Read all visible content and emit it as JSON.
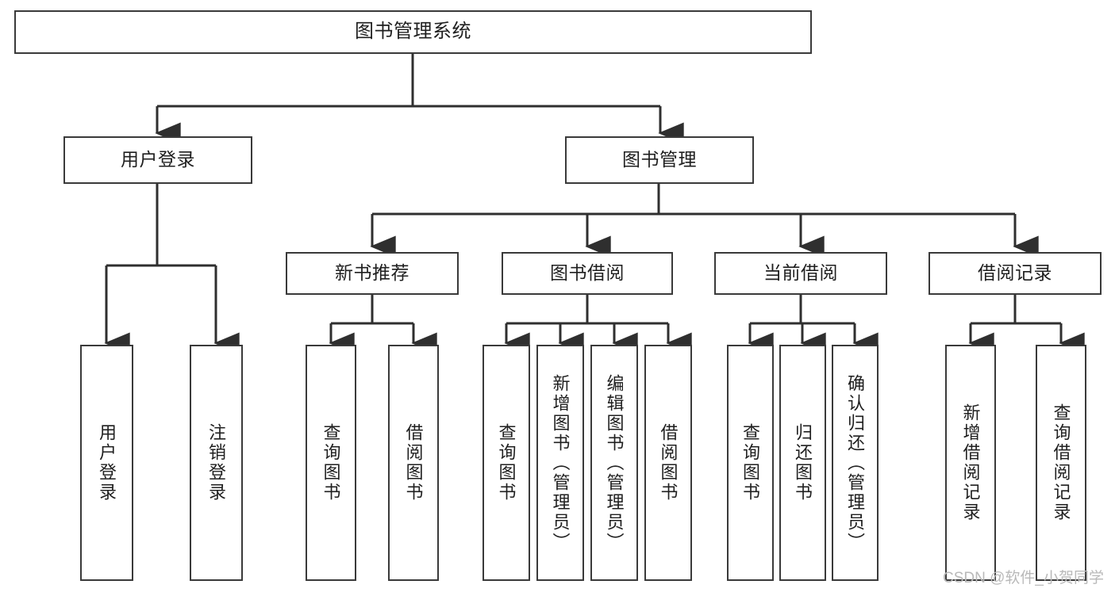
{
  "diagram": {
    "kind": "tree-hierarchy",
    "title": "图书管理系统",
    "watermark": "CSDN @软件_小贺同学",
    "colors": {
      "box_border": "#3a3a3a",
      "box_fill": "#ffffff",
      "connector": "#2f2f2f",
      "text": "#1f1f1f",
      "watermark": "#b9b9b9",
      "background": "#ffffff"
    },
    "nodes": {
      "root": {
        "label": "图书管理系统"
      },
      "level2": [
        {
          "id": "user-login",
          "label": "用户登录"
        },
        {
          "id": "book-manage",
          "label": "图书管理"
        }
      ],
      "level3": [
        {
          "id": "new-book-rec",
          "label": "新书推荐"
        },
        {
          "id": "book-borrow",
          "label": "图书借阅"
        },
        {
          "id": "current-borrow",
          "label": "当前借阅"
        },
        {
          "id": "borrow-record",
          "label": "借阅记录"
        }
      ],
      "leaves": {
        "user_login": [
          {
            "id": "leaf-user-login",
            "label": "用户登录"
          },
          {
            "id": "leaf-logout",
            "label": "注销登录"
          }
        ],
        "new_book_rec": [
          {
            "id": "leaf-query-book-1",
            "label": "查询图书"
          },
          {
            "id": "leaf-borrow-book-1",
            "label": "借阅图书"
          }
        ],
        "book_borrow": [
          {
            "id": "leaf-query-book-2",
            "label": "查询图书"
          },
          {
            "id": "leaf-add-book",
            "label": "新增图书（管理员）"
          },
          {
            "id": "leaf-edit-book",
            "label": "编辑图书（管理员）"
          },
          {
            "id": "leaf-borrow-book-2",
            "label": "借阅图书"
          }
        ],
        "current_borrow": [
          {
            "id": "leaf-query-book-3",
            "label": "查询图书"
          },
          {
            "id": "leaf-return-book",
            "label": "归还图书"
          },
          {
            "id": "leaf-confirm-return",
            "label": "确认归还（管理员）"
          }
        ],
        "borrow_record": [
          {
            "id": "leaf-add-record",
            "label": "新增借阅记录"
          },
          {
            "id": "leaf-query-record",
            "label": "查询借阅记录"
          }
        ]
      }
    }
  }
}
